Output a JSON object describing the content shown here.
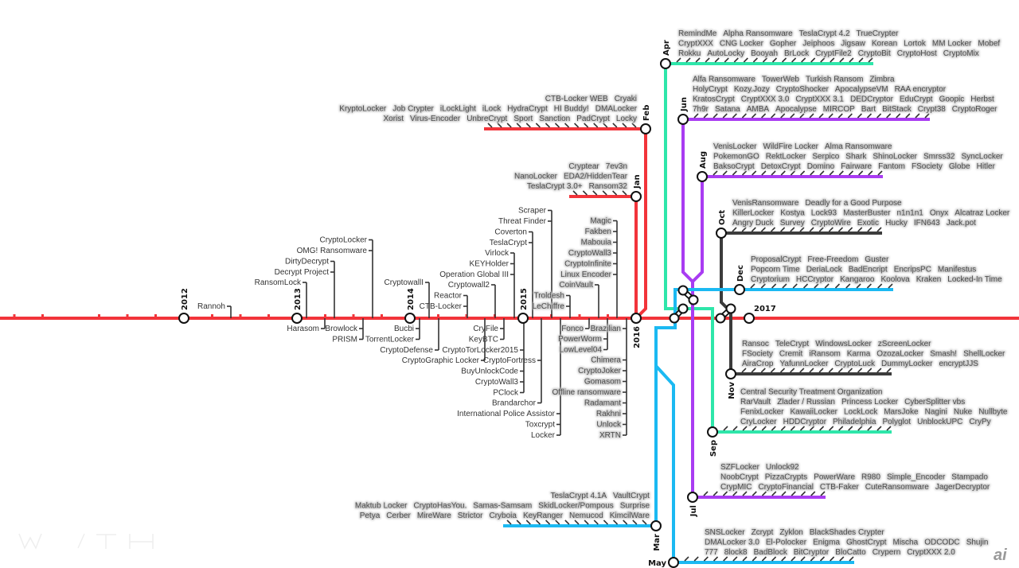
{
  "years": [
    "2012",
    "2013",
    "2014",
    "2015",
    "2016",
    "2017"
  ],
  "events_up": [
    {
      "names": [
        "Rannoh"
      ]
    },
    {
      "names": [
        "RansomLock"
      ]
    },
    {
      "names": [
        "DirtyDecrypt",
        "Decrypt Project"
      ]
    },
    {
      "names": [
        "CryptoLocker",
        "OMG! Ransomware"
      ]
    },
    {
      "names": [
        "CryptowallI"
      ]
    },
    {
      "names": [
        "Reactor",
        "CTB-Locker"
      ]
    },
    {
      "names": [
        "Cryptowall2"
      ]
    },
    {
      "names": [
        "Virlock",
        "KEYHolder",
        "Operation Global III"
      ]
    },
    {
      "names": [
        "Coverton",
        "TeslaCrypt"
      ]
    },
    {
      "names": [
        "Scraper",
        "Threat Finder"
      ]
    },
    {
      "names": [
        "Troldesh",
        "LeChiffre"
      ]
    },
    {
      "names": [
        "CoinVault"
      ]
    },
    {
      "names": [
        "Magic",
        "Fakben",
        "Mabouia",
        "CryptoWall3",
        "CryptoInfinite",
        "Linux Encoder"
      ]
    }
  ],
  "events_down": [
    {
      "names": [
        "Harasom"
      ]
    },
    {
      "names": [
        "Browlock",
        "PRISM"
      ]
    },
    {
      "names": [
        "Bucbi",
        "TorrentLocker"
      ]
    },
    {
      "names": [
        "CryptoDefense"
      ]
    },
    {
      "names": [
        "CryptoGraphic Locker"
      ]
    },
    {
      "names": [
        "CryFile",
        "KeyBTC"
      ]
    },
    {
      "names": [
        "CryptoTorLocker2015",
        "BuyUnlockCode",
        "CryptoWall3",
        "PClock"
      ]
    },
    {
      "names": [
        "CryptoFortress",
        "Brandarchor"
      ]
    },
    {
      "names": [
        "International Police Assistor",
        "Toxcrypt",
        "Locker"
      ]
    },
    {
      "names": [
        "Fonco"
      ]
    },
    {
      "names": [
        "PowerWorm",
        "LowLevel04"
      ]
    },
    {
      "names": [
        "Brazilian",
        "Chimera",
        "CryptoJoker",
        "Gomasom",
        "Offline ransomware",
        "Radamant",
        "Rakhni",
        "Unlock",
        "XRTN"
      ]
    }
  ],
  "branches": [
    {
      "month": "Jan",
      "color": "#f2343a",
      "names": [
        "TeslaCrypt 3.0+",
        "Ransom32",
        "NanoLocker",
        "EDA2/HiddenTear",
        "Cryptear",
        "7ev3n"
      ]
    },
    {
      "month": "Feb",
      "color": "#f2343a",
      "names": [
        "Xorist",
        "Virus-Encoder",
        "UnbreCrypt",
        "Sport",
        "Sanction",
        "PadCrypt",
        "Locky",
        "KryptoLocker",
        "Job Crypter",
        "iLockLight",
        "iLock",
        "HydraCrypt",
        "HI Buddy!",
        "DMALocker",
        "CTB-Locker WEB",
        "Cryaki"
      ]
    },
    {
      "month": "Mar",
      "color": "#1bb9f2",
      "names": [
        "Petya",
        "Cerber",
        "MireWare",
        "Strictor",
        "Cryboia",
        "KeyRanger",
        "Nemucod",
        "KimcilWare",
        "Maktub Locker",
        "CryptoHasYou.",
        "Samas-Samsam",
        "SkidLocker/Pompous",
        "Surprise",
        "TeslaCrypt 4.1A",
        "VaultCrypt"
      ]
    },
    {
      "month": "Apr",
      "color": "#2ee6aa",
      "names": [
        "Rokku",
        "AutoLocky",
        "Booyah",
        "BrLock",
        "CryptFile2",
        "CryptoBit",
        "CryptoHost",
        "CryptoMix",
        "CryptXXX",
        "CNG Locker",
        "Gopher",
        "Jeiphoos",
        "Jigsaw",
        "Korean",
        "Lortok",
        "MM Locker",
        "Mobef",
        "RemindMe",
        "Alpha Ransomware",
        "TeslaCrypt 4.2",
        "TrueCrypter"
      ]
    },
    {
      "month": "May",
      "color": "#1bb9f2",
      "names": [
        "777",
        "8lock8",
        "BadBlock",
        "BitCryptor",
        "BloCatto",
        "Crypern",
        "CryptXXX 2.0",
        "DMALocker 3.0",
        "El-Polocker",
        "Enigma",
        "GhostCrypt",
        "Mischa",
        "ODCODC",
        "Shujin",
        "SNSLocker",
        "Zcrypt",
        "Zyklon",
        "BlackShades Crypter"
      ]
    },
    {
      "month": "Jun",
      "color": "#a93cf2",
      "names": [
        "7h9r",
        "Satana",
        "AMBA",
        "Apocalypse",
        "MIRCOP",
        "Bart",
        "BitStack",
        "Crypt38",
        "CryptoRoger",
        "KratosCrypt",
        "CryptXXX 3.0",
        "CryptXXX 3.1",
        "DEDCryptor",
        "EduCrypt",
        "Goopic",
        "Herbst",
        "HolyCrypt",
        "Kozy.Jozy",
        "CryptoShocker",
        "ApocalypseVM",
        "RAA encryptor",
        "Alfa Ransomware",
        "TowerWeb",
        "Turkish Ransom",
        "Zimbra"
      ]
    },
    {
      "month": "Jul",
      "color": "#a93cf2",
      "names": [
        "CrypMIC",
        "CryptoFinancial",
        "CTB-Faker",
        "CuteRansomware",
        "JagerDecryptor",
        "NoobCrypt",
        "PizzaCrypts",
        "PowerWare",
        "R980",
        "Simple_Encoder",
        "Stampado",
        "SZFLocker",
        "Unlock92"
      ]
    },
    {
      "month": "Aug",
      "color": "#a93cf2",
      "names": [
        "BaksoCrypt",
        "DetoxCrypt",
        "Domino",
        "Fairware",
        "Fantom",
        "FSociety",
        "Globe",
        "Hitler",
        "PokemonGO",
        "RektLocker",
        "Serpico",
        "Shark",
        "ShinoLocker",
        "Smrss32",
        "SyncLocker",
        "VenisLocker",
        "WildFire Locker",
        "Alma Ransomware"
      ]
    },
    {
      "month": "Sep",
      "color": "#2ee6aa",
      "names": [
        "CryLocker",
        "HDDCryptor",
        "Philadelphia",
        "Polyglot",
        "UnblockUPC",
        "CryPy",
        "FenixLocker",
        "KawaiiLocker",
        "LockLock",
        "MarsJoke",
        "Nagini",
        "Nuke",
        "Nullbyte",
        "RarVault",
        "Zlader / Russian",
        "Princess Locker",
        "CyberSplitter vbs",
        "Central Security Treatment Organization"
      ]
    },
    {
      "month": "Oct",
      "color": "#3c3c3c",
      "names": [
        "Angry Duck",
        "Survey",
        "CryptoWire",
        "Exotic",
        "Hucky",
        "IFN643",
        "Jack.pot",
        "KillerLocker",
        "Kostya",
        "Lock93",
        "MasterBuster",
        "n1n1n1",
        "Onyx",
        "Alcatraz Locker",
        "VenisRansomware",
        "Deadly for a Good Purpose"
      ]
    },
    {
      "month": "Nov",
      "color": "#3c3c3c",
      "names": [
        "AiraCrop",
        "YafunnLocker",
        "CryptoLuck",
        "DummyLocker",
        "encryptJJS",
        "FSociety",
        "Cremit",
        "iRansom",
        "Karma",
        "OzozaLocker",
        "Smash!",
        "ShellLocker",
        "Ransoc",
        "TeleCrypt",
        "WindowsLocker",
        "zScreenLocker"
      ]
    },
    {
      "month": "Dec",
      "color": "#1bb9f2",
      "names": [
        "Cryptorium",
        "HCCryptor",
        "Kangaroo",
        "Koolova",
        "Kraken",
        "Locked-In Time",
        "Popcorn Time",
        "DeriaLock",
        "BadEncript",
        "EncripsPC",
        "Manifestus",
        "ProposalCrypt",
        "Free-Freedom",
        "Guster"
      ]
    }
  ],
  "logo": {
    "text": "WITH secure"
  },
  "watermark": "ai"
}
